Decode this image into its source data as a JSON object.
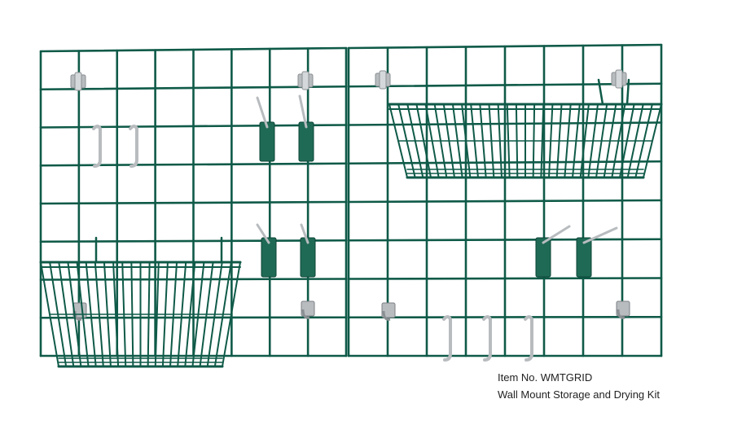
{
  "photo": {
    "subject": "wall-mounted-wire-grid-panels-with-baskets-and-hooks",
    "colors": {
      "grid": "#0f5a48",
      "hook": "#1f6a55",
      "metal": "#b8bcbf",
      "background": "#ffffff"
    }
  },
  "caption": {
    "item_no": "Item No. WMTGRID",
    "title": "Wall Mount Storage and Drying Kit"
  }
}
